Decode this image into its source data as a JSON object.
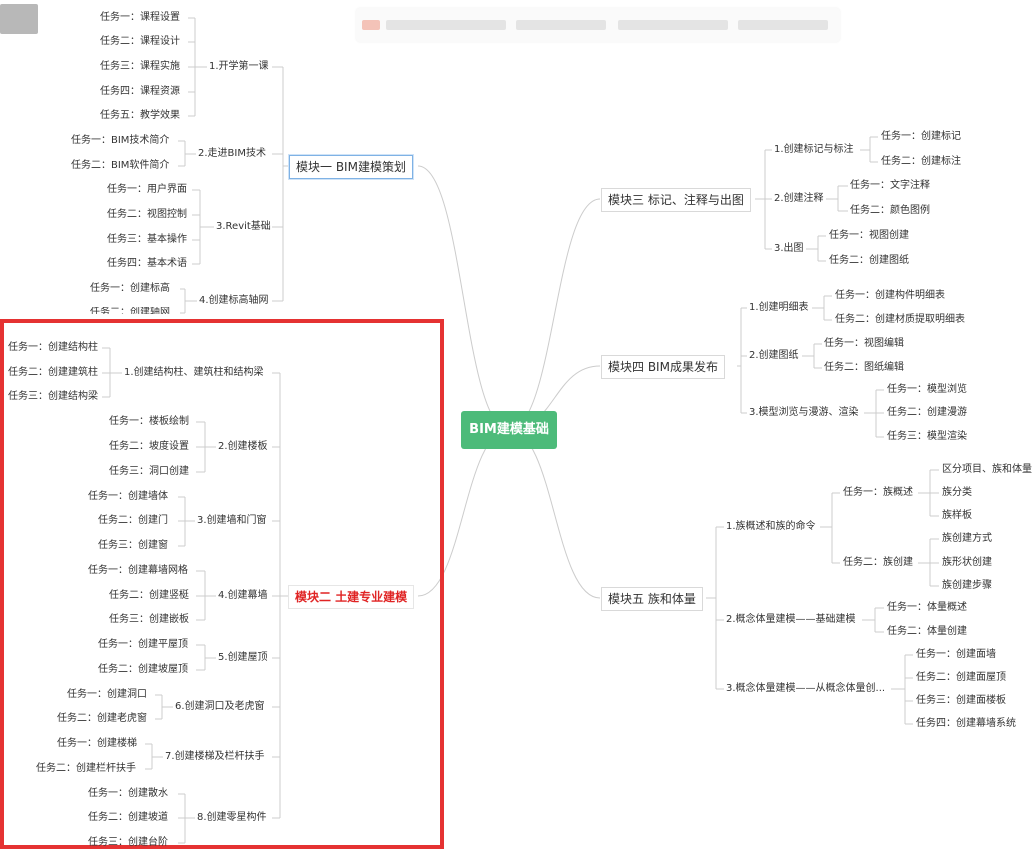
{
  "colors": {
    "root": "#4dbb7a",
    "highlight": "#e53232",
    "line": "#cccccc",
    "selected": "#7fb2e5",
    "red_text": "#e02424"
  },
  "root": "BIM建模基础",
  "m1": {
    "title": "模块一   BIM建模策划",
    "s1": "1.开学第一课",
    "s1t": [
      "任务一：课程设置",
      "任务二：课程设计",
      "任务三：课程实施",
      "任务四：课程资源",
      "任务五：教学效果"
    ],
    "s2": "2.走进BIM技术",
    "s2t": [
      "任务一：BIM技术简介",
      "任务二：BIM软件简介"
    ],
    "s3": "3.Revit基础",
    "s3t": [
      "任务一：用户界面",
      "任务二：视图控制",
      "任务三：基本操作",
      "任务四：基本术语"
    ],
    "s4": "4.创建标高轴网",
    "s4t": [
      "任务一：创建标高",
      "任务二：创建轴网"
    ]
  },
  "m2": {
    "title": "模块二   土建专业建模",
    "s1": "1.创建结构柱、建筑柱和结构梁",
    "s1t": [
      "任务一：创建结构柱",
      "任务二：创建建筑柱",
      "任务三：创建结构梁"
    ],
    "s2": "2.创建楼板",
    "s2t": [
      "任务一：楼板绘制",
      "任务二：坡度设置",
      "任务三：洞口创建"
    ],
    "s3": "3.创建墙和门窗",
    "s3t": [
      "任务一：创建墙体",
      "任务二：创建门",
      "任务三：创建窗"
    ],
    "s4": "4.创建幕墙",
    "s4t": [
      "任务一：创建幕墙网格",
      "任务二：创建竖梃",
      "任务三：创建嵌板"
    ],
    "s5": "5.创建屋顶",
    "s5t": [
      "任务一：创建平屋顶",
      "任务二：创建坡屋顶"
    ],
    "s6": "6.创建洞口及老虎窗",
    "s6t": [
      "任务一：创建洞口",
      "任务二：创建老虎窗"
    ],
    "s7": "7.创建楼梯及栏杆扶手",
    "s7t": [
      "任务一：创建楼梯",
      "任务二：创建栏杆扶手"
    ],
    "s8": "8.创建零星构件",
    "s8t": [
      "任务一：创建散水",
      "任务二：创建坡道",
      "任务三：创建台阶"
    ]
  },
  "m3": {
    "title": "模块三   标记、注释与出图",
    "s1": "1.创建标记与标注",
    "s1t": [
      "任务一：创建标记",
      "任务二：创建标注"
    ],
    "s2": "2.创建注释",
    "s2t": [
      "任务一：文字注释",
      "任务二：颜色图例"
    ],
    "s3": "3.出图",
    "s3t": [
      "任务一：视图创建",
      "任务二：创建图纸"
    ]
  },
  "m4": {
    "title": "模块四   BIM成果发布",
    "s1": "1.创建明细表",
    "s1t": [
      "任务一：创建构件明细表",
      "任务二：创建材质提取明细表"
    ],
    "s2": "2.创建图纸",
    "s2t": [
      "任务一：视图编辑",
      "任务二：图纸编辑"
    ],
    "s3": "3.模型浏览与漫游、渲染",
    "s3t": [
      "任务一：模型浏览",
      "任务二：创建漫游",
      "任务三：模型渲染"
    ]
  },
  "m5": {
    "title": "模块五   族和体量",
    "s1": "1.族概述和族的命令",
    "s1a": "任务一：族概述",
    "s1at": [
      "区分项目、族和体量",
      "族分类",
      "族样板"
    ],
    "s1b": "任务二：族创建",
    "s1bt": [
      "族创建方式",
      "族形状创建",
      "族创建步骤"
    ],
    "s2": "2.概念体量建模——基础建模",
    "s2t": [
      "任务一：体量概述",
      "任务二：体量创建"
    ],
    "s3": "3.概念体量建模——从概念体量创...",
    "s3t": [
      "任务一：创建面墙",
      "任务二：创建面屋顶",
      "任务三：创建面楼板",
      "任务四：创建幕墙系统"
    ]
  }
}
